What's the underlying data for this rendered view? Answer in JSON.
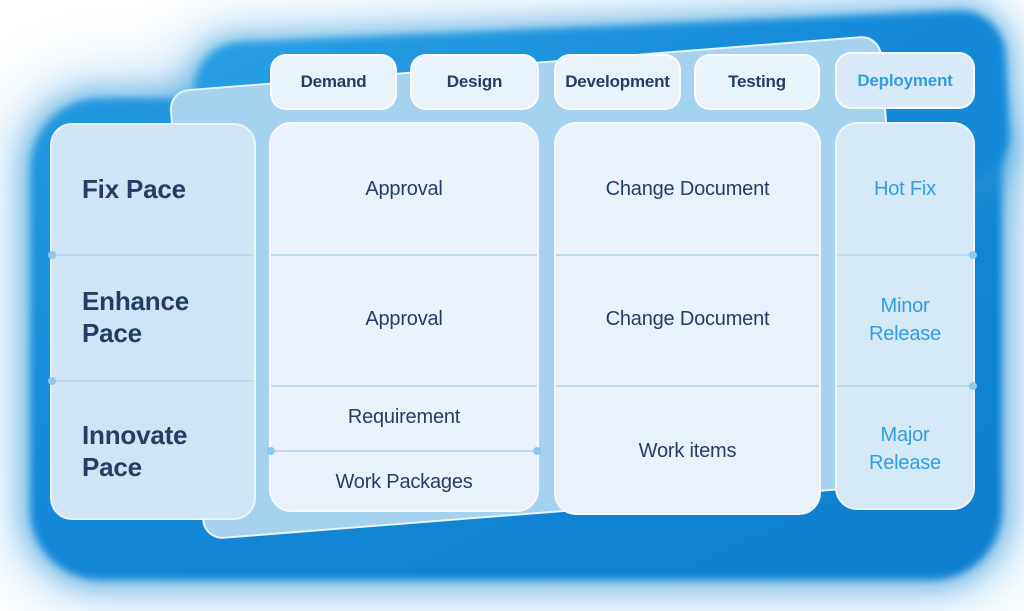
{
  "colors": {
    "blob_blue": "#1389d8",
    "panel_blue": "#a5d2ee",
    "card_light": "#eaf3fb",
    "card_medium": "#cfe4f4",
    "deployment_card": "#d8eaf7",
    "text_navy": "#223e66",
    "text_accent_blue": "#2f9fe3",
    "divider": "#bcd9ee",
    "divider_dot": "#8fc8eb"
  },
  "tabs": [
    {
      "label": "Demand"
    },
    {
      "label": "Design"
    },
    {
      "label": "Development"
    },
    {
      "label": "Testing"
    },
    {
      "label": "Deployment"
    }
  ],
  "row_labels": {
    "r1": "Fix Pace",
    "r2": "Enhance Pace",
    "r3": "Innovate Pace"
  },
  "cells": {
    "demand_design": {
      "r1": "Approval",
      "r2": "Approval",
      "r3_top": "Requirement",
      "r3_bottom": "Work Packages"
    },
    "development_testing": {
      "r1": "Change Document",
      "r2": "Change Document",
      "r3": "Work items"
    },
    "deployment": {
      "r1": "Hot Fix",
      "r2": "Minor Release",
      "r3": "Major Release"
    }
  }
}
